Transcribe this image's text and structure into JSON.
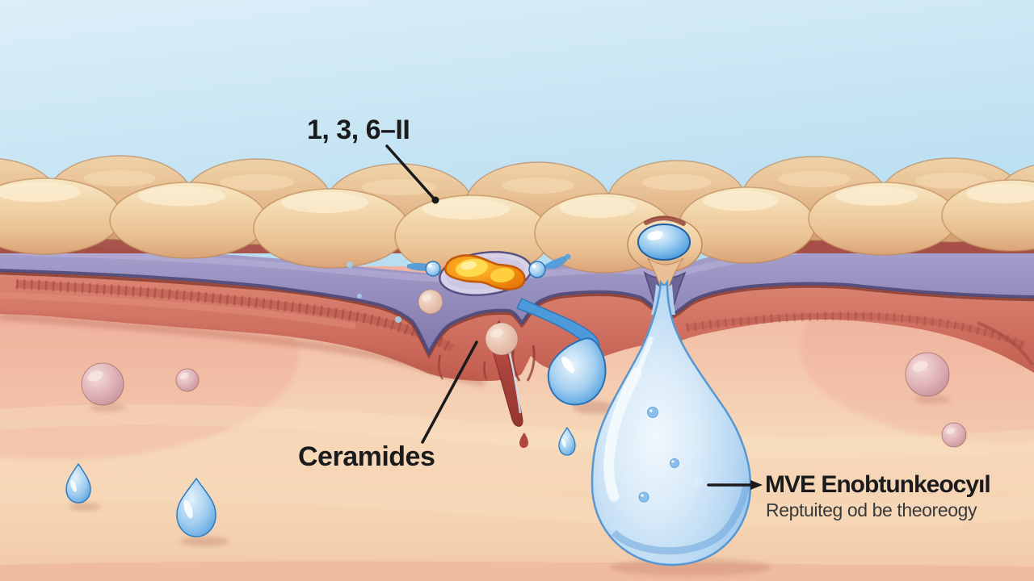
{
  "scene": {
    "description": "Skin cross-section illustration: corneocyte cell layer over purple lipid lamellae and red dermal band, with water droplets penetrating between cells"
  },
  "labels": {
    "stratum": {
      "text": "1, 3, 6–II"
    },
    "ceramides": {
      "text": "Ceramides"
    },
    "droplet": {
      "title": "MVE Enobtunkeocyıl",
      "subtitle": "Reptuiteg od be theoreogy"
    }
  },
  "palette": {
    "sky_blue": "#c9e6f4",
    "cell_tan": "#eecfa4",
    "cell_shadow": "#d9a87c",
    "lipid_purple": "#8d86b3",
    "lipid_outline": "#4c4878",
    "dermis_red": "#cf6e5e",
    "dermis_pink": "#f3c9ae",
    "water_blue": "#4d9ddf",
    "water_light": "#cfe6f7",
    "lipid_orange": "#f08a12",
    "label_color": "#1b1b1d"
  }
}
